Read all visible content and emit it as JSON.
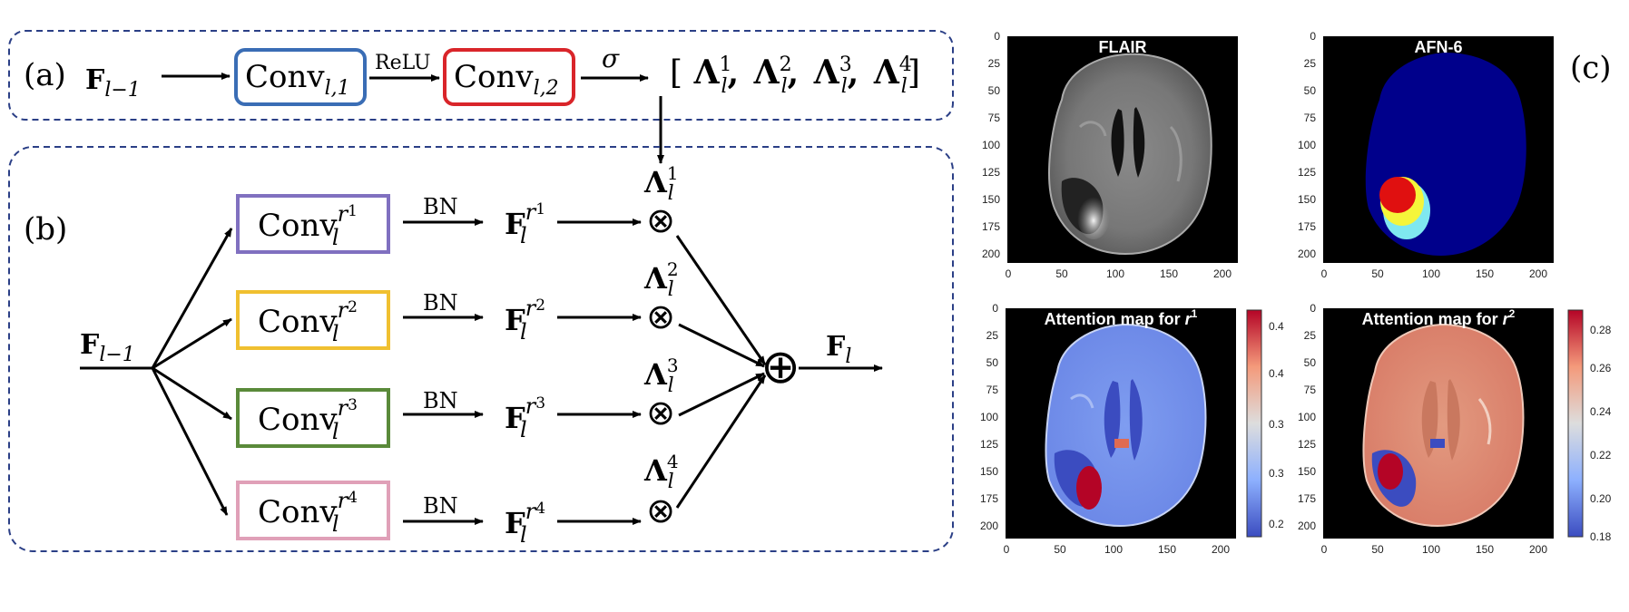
{
  "panel_a": {
    "tag": "(a)",
    "input_base": "F",
    "input_sub": "l−1",
    "conv1_base": "Conv",
    "conv1_sub": "l,1",
    "relu": "ReLU",
    "conv2_base": "Conv",
    "conv2_sub": "l,2",
    "sigma": "σ",
    "output_open": "[",
    "output_base": "Λ",
    "output_sub": "l",
    "output_sups": [
      "1",
      "2",
      "3",
      "4"
    ],
    "output_sep": ",",
    "output_close": "]"
  },
  "panel_b": {
    "tag": "(b)",
    "input_base": "F",
    "input_sub": "l−1",
    "output_base": "F",
    "output_sub": "l",
    "plus_symbol": "⊕",
    "times_symbol": "⊗",
    "branches": [
      {
        "conv_base": "Conv",
        "conv_sub": "l",
        "conv_sup_r": "r",
        "conv_sup_n": "1",
        "bn": "BN",
        "feat_base": "F",
        "feat_sub": "l",
        "feat_sup_r": "r",
        "feat_sup_n": "1",
        "lambda_base": "Λ",
        "lambda_sub": "l",
        "lambda_sup": "1",
        "color": "#8070c0"
      },
      {
        "conv_base": "Conv",
        "conv_sub": "l",
        "conv_sup_r": "r",
        "conv_sup_n": "2",
        "bn": "BN",
        "feat_base": "F",
        "feat_sub": "l",
        "feat_sup_r": "r",
        "feat_sup_n": "2",
        "lambda_base": "Λ",
        "lambda_sub": "l",
        "lambda_sup": "2",
        "color": "#f0c030"
      },
      {
        "conv_base": "Conv",
        "conv_sub": "l",
        "conv_sup_r": "r",
        "conv_sup_n": "3",
        "bn": "BN",
        "feat_base": "F",
        "feat_sub": "l",
        "feat_sup_r": "r",
        "feat_sup_n": "3",
        "lambda_base": "Λ",
        "lambda_sub": "l",
        "lambda_sup": "3",
        "color": "#5a8a3a"
      },
      {
        "conv_base": "Conv",
        "conv_sub": "l",
        "conv_sup_r": "r",
        "conv_sup_n": "4",
        "bn": "BN",
        "feat_base": "F",
        "feat_sub": "l",
        "feat_sup_r": "r",
        "feat_sup_n": "4",
        "lambda_base": "Λ",
        "lambda_sub": "l",
        "lambda_sup": "4",
        "color": "#e0a0b8"
      }
    ]
  },
  "panel_c": {
    "tag": "(c)",
    "plots": [
      {
        "title": "FLAIR",
        "yticks": [
          "0",
          "25",
          "50",
          "75",
          "100",
          "125",
          "150",
          "175",
          "200"
        ],
        "xticks": [
          "0",
          "50",
          "100",
          "150",
          "200"
        ]
      },
      {
        "title": "AFN-6",
        "yticks": [
          "0",
          "25",
          "50",
          "75",
          "100",
          "125",
          "150",
          "175",
          "200"
        ],
        "xticks": [
          "0",
          "50",
          "100",
          "150",
          "200"
        ]
      },
      {
        "title_prefix": "Attention map for ",
        "title_var": "r",
        "title_sup": "1",
        "yticks": [
          "0",
          "25",
          "50",
          "75",
          "100",
          "125",
          "150",
          "175",
          "200"
        ],
        "xticks": [
          "0",
          "50",
          "100",
          "150",
          "200"
        ],
        "colorbar_ticks": [
          "0.4",
          "0.4",
          "0.3",
          "0.3",
          "0.2"
        ]
      },
      {
        "title_prefix": "Attention map for ",
        "title_var": "r",
        "title_sup": "2",
        "yticks": [
          "0",
          "25",
          "50",
          "75",
          "100",
          "125",
          "150",
          "175",
          "200"
        ],
        "xticks": [
          "0",
          "50",
          "100",
          "150",
          "200"
        ],
        "colorbar_ticks": [
          "0.28",
          "0.26",
          "0.24",
          "0.22",
          "0.20",
          "0.18"
        ]
      }
    ]
  },
  "colors": {
    "conv1_border": "#3a6db5",
    "conv2_border": "#d9252a",
    "dashed_border": "#2b3f86",
    "seg_background": "#00008b",
    "seg_tumor_core": "#e01010",
    "seg_edema": "#f5f53a",
    "seg_enhancing": "#7fe8f0"
  }
}
